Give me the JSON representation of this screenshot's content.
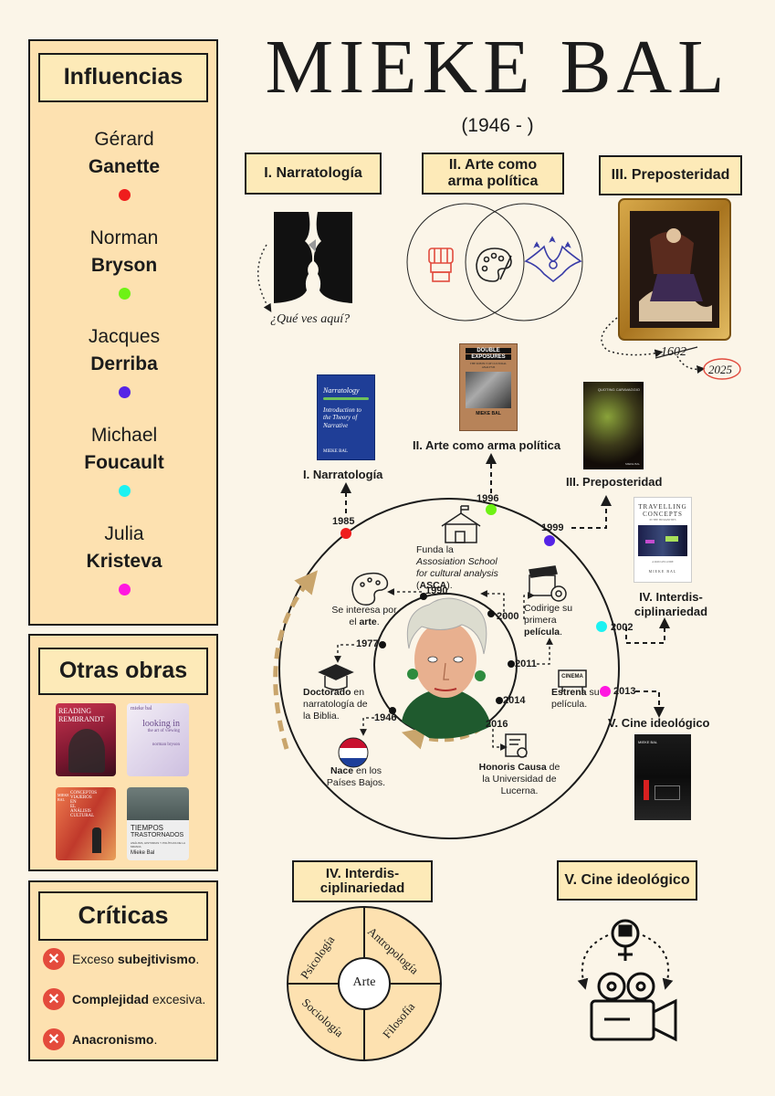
{
  "title": "MIEKE BAL",
  "subtitle": "(1946 - )",
  "influencias": {
    "heading": "Influencias",
    "people": [
      {
        "first": "Gérard",
        "last": "Ganette",
        "color": "#ef1d1d"
      },
      {
        "first": "Norman",
        "last": "Bryson",
        "color": "#6ef214"
      },
      {
        "first": "Jacques",
        "last": "Derriba",
        "color": "#5524e6"
      },
      {
        "first": "Michael",
        "last": "Foucault",
        "color": "#1cf2f2"
      },
      {
        "first": "Julia",
        "last": "Kristeva",
        "color": "#ff17e0"
      }
    ]
  },
  "otras_obras": {
    "heading": "Otras obras",
    "books": [
      {
        "t1": "READING",
        "t2": "REMBRANDT"
      },
      {
        "t1": "looking in",
        "t2": "the art of viewing",
        "t3": "mieke bal",
        "t4": "norman bryson"
      },
      {
        "t1": "MIEKE BAL",
        "t2": "CONCEPTOS VIAJEROS EN EL ANÁLISIS CULTURAL"
      },
      {
        "t1": "TIEMPOS",
        "t2": "TRASTORNADOS",
        "t3": "ANÁLISIS, HISTORIAS Y POLÍTICAS DE LA MIRADA",
        "t4": "Mieke Bal"
      }
    ]
  },
  "criticas": {
    "heading": "Críticas",
    "items": [
      {
        "pre": "Exceso ",
        "bold": "subejtivismo",
        "post": "."
      },
      {
        "pre": "",
        "bold": "Complejidad",
        "post": " excesiva."
      },
      {
        "pre": "",
        "bold": "Anacronismo",
        "post": "."
      }
    ]
  },
  "sections": {
    "narratologia": "I. Narratología",
    "arte_politica": "II. Arte como arma política",
    "preposteridad": "III. Preposteridad",
    "interdisciplinariedad": "IV. Interdis-ciplinariedad",
    "cine_ideologico": "V. Cine ideológico"
  },
  "narratologia_caption": "¿Qué ves aquí?",
  "preposteridad_years": {
    "old": "1602",
    "new": "2025"
  },
  "books": {
    "narratology": {
      "t1": "Narratology",
      "t2": "Introduction to the Theory of Narrative",
      "author": "MIEKE BAL"
    },
    "double": {
      "t1": "DOUBLE",
      "t2": "EXPOSURES",
      "t3": "THE SUBJECT OF CULTURAL ANALYSIS",
      "author": "MIEKE BAL"
    },
    "quoting": {
      "t1": "QUOTING CARAVAGGIO",
      "author": "MIEKE BAL"
    },
    "travelling": {
      "t1": "TRAVELLING",
      "t2": "CONCEPTS",
      "t3": "IN THE HUMANITIES",
      "t4": "A ROUGH GUIDE",
      "author": "MIEKE BAL"
    },
    "film": {
      "t1": "MIEKE BAL"
    }
  },
  "outer_timeline": {
    "labels": {
      "narratologia": "I. Narratología",
      "arte_politica": "II. Arte como arma política",
      "preposteridad": "III. Preposteridad",
      "interdis": "IV. Interdis-ciplinariedad",
      "cine": "V. Cine ideológico"
    },
    "years": {
      "y1985": "1985",
      "y1996": "1996",
      "y1999": "1999",
      "y2002": "2002",
      "y2013": "2013"
    }
  },
  "inner_timeline": {
    "y1946": "1946",
    "y1977": "1977",
    "y1990": "1990",
    "y2000": "2000",
    "y2011": "2011",
    "y2014": "2014",
    "y2016": "2016"
  },
  "events": {
    "asca": {
      "pre": "Funda la ",
      "it": "Assosiation School for cultural analysis",
      "post1": " (",
      "bold": "ASCA",
      "post2": ")."
    },
    "arte": {
      "pre": "Se interesa por el ",
      "bold": "arte",
      "post": "."
    },
    "pelicula": {
      "pre": "Codirige su primera ",
      "bold": "película",
      "post": "."
    },
    "doctorado": {
      "bold": "Doctorado",
      "post": " en narratología de la Biblia."
    },
    "estrena": {
      "bold": "Estrena",
      "post": " su película."
    },
    "honoris": {
      "bold": "Honoris Causa",
      "post": " de la Universidad de Lucerna."
    },
    "nace": {
      "bold": "Nace",
      "post": " en los Países Bajos."
    }
  },
  "cinema_sign": "CINEMA",
  "disciplinas": {
    "center": "Arte",
    "q1": "Psicología",
    "q2": "Antropología",
    "q3": "Sociología",
    "q4": "Filosofía"
  }
}
